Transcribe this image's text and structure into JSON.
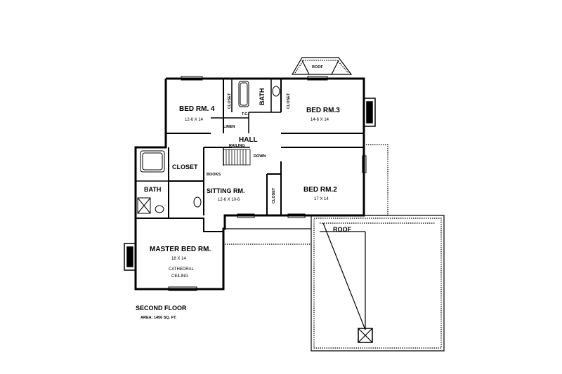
{
  "rooms": {
    "bed4": {
      "name": "BED RM. 4",
      "dim": "12-6 X 14"
    },
    "bed3": {
      "name": "BED RM.3",
      "dim": "14-6 X 14"
    },
    "bed2": {
      "name": "BED RM.2",
      "dim": "17 X 14"
    },
    "sitting": {
      "name": "SITTING RM.",
      "dim": "12-6 X 10-6"
    },
    "master": {
      "name": "MASTER BED RM.",
      "dim": "18 X 14",
      "note1": "CATHEDRAL",
      "note2": "CEILING"
    },
    "hall": "HALL",
    "bath_upper": "BATH",
    "bath_master": "BATH",
    "closet_main": "CLOSET"
  },
  "small_labels": {
    "closet": "CLOSET",
    "tc": "T.C.",
    "linen": "LINEN",
    "railing": "RAILING",
    "down": "DOWN",
    "books": "BOOKS",
    "roof": "ROOF"
  },
  "roof_main": "ROOF",
  "caption": {
    "title": "SECOND FLOOR",
    "area": "AREA: 1456 SQ. FT."
  }
}
